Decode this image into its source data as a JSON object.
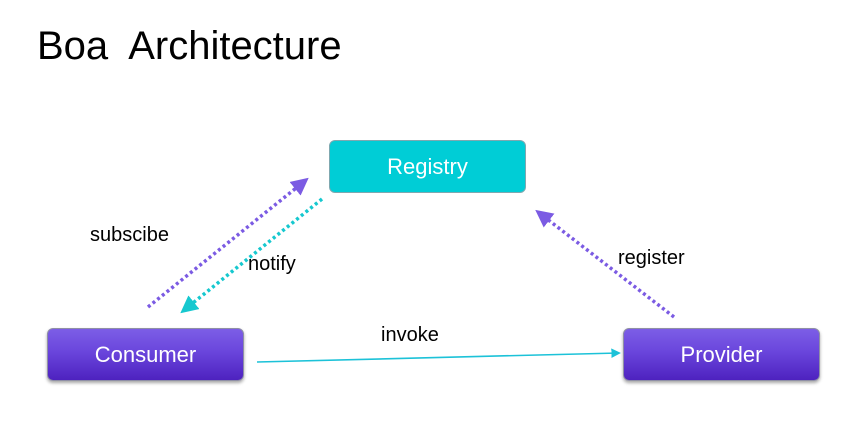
{
  "title": "Boa  Architecture",
  "nodes": {
    "registry": "Registry",
    "consumer": "Consumer",
    "provider": "Provider"
  },
  "edges": {
    "subscribe": "subscibe",
    "notify": "notify",
    "register": "register",
    "invoke": "invoke"
  },
  "colors": {
    "registry_fill": "#00cdd6",
    "node_purple": "#6a45dc",
    "dotted_purple": "#7b5be3",
    "dotted_cyan": "#16c8cf",
    "invoke_line": "#1cc2d8"
  }
}
